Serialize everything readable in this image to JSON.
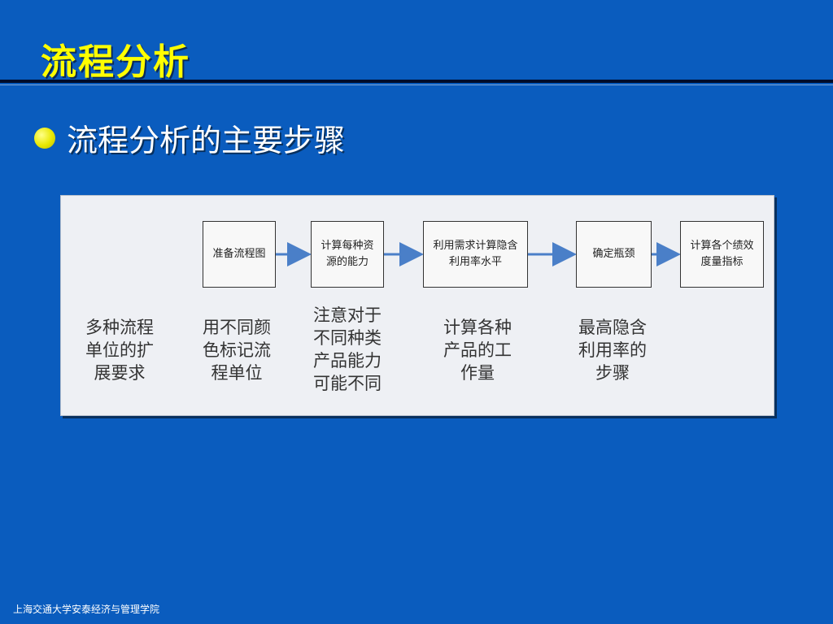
{
  "slide": {
    "title": "流程分析",
    "bullet": "流程分析的主要步骤",
    "footer": "上海交通大学安泰经济与管理学院"
  },
  "steps": [
    {
      "label": "准备流程图"
    },
    {
      "label": "计算每种资源的能力"
    },
    {
      "label": "利用需求计算隐含利用率水平"
    },
    {
      "label": "确定瓶颈"
    },
    {
      "label": "计算各个绩效度量指标"
    }
  ],
  "notes": [
    "多种流程单位的扩展要求",
    "用不同颜色标记流程单位",
    "注意对于不同种类产品能力可能不同",
    "计算各种产品的工作量",
    "最高隐含利用率的步骤"
  ],
  "colors": {
    "background": "#0a5cbe",
    "title": "#ffff00",
    "arrow": "#4a7fc8"
  }
}
